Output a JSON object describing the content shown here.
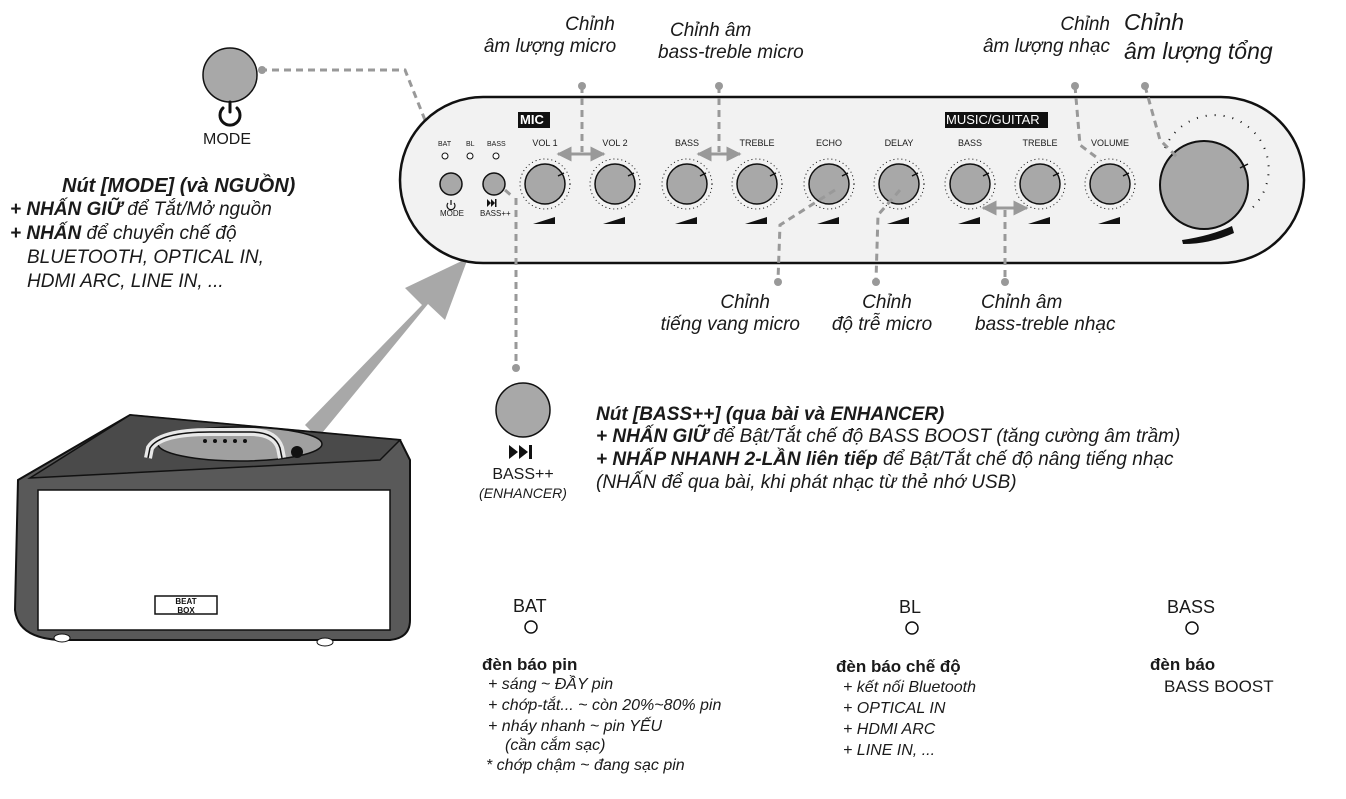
{
  "mode": {
    "caption": "MODE",
    "title": "Nút [MODE] (và NGUỒN)",
    "line1_bold": "+ NHẤN GIỮ",
    "line1_rest": " để Tắt/Mở nguồn",
    "line2_bold": "+ NHẤN",
    "line2_rest": " để chuyển chế độ",
    "line3": "BLUETOOTH, OPTICAL IN,",
    "line4": "HDMI ARC, LINE IN, ..."
  },
  "top_labels": {
    "mic_volume": [
      "Chỉnh",
      "âm lượng micro"
    ],
    "mic_bass_treble": [
      "Chỉnh âm",
      "bass-treble micro"
    ],
    "music_volume": [
      "Chỉnh",
      "âm lượng nhạc"
    ],
    "master_volume": [
      "Chỉnh",
      "âm lượng tổng"
    ]
  },
  "bottom_labels": {
    "echo": [
      "Chỉnh",
      "tiếng vang micro"
    ],
    "delay": [
      "Chỉnh",
      "độ trễ micro"
    ],
    "music_bass_treble": [
      "Chỉnh âm",
      "bass-treble nhạc"
    ]
  },
  "panel": {
    "mic_header": "MIC",
    "music_header": "MUSIC/GUITAR",
    "indicators": [
      "BAT",
      "BL",
      "BASS"
    ],
    "mode_label": "MODE",
    "bass_label": "BASS++",
    "knobs": [
      "VOL 1",
      "VOL 2",
      "BASS",
      "TREBLE",
      "ECHO",
      "DELAY",
      "BASS",
      "TREBLE",
      "VOLUME"
    ]
  },
  "bass_button": {
    "caption": "BASS++",
    "caption2": "(ENHANCER)",
    "title": "Nút [BASS++] (qua bài và ENHANCER)",
    "line1_bold": "+ NHẤN GIỮ",
    "line1_rest": " để Bật/Tắt chế độ BASS BOOST (tăng cường âm trầm)",
    "line2_bold": "+ NHẤP NHANH 2-LẦN liên tiếp",
    "line2_rest": " để Bật/Tắt chế độ nâng tiếng nhạc",
    "line3": "(NHẤN để qua bài, khi phát nhạc từ thẻ nhớ USB)"
  },
  "speaker": {
    "logo_top": "BEAT",
    "logo_bottom": "BOX"
  },
  "legend": {
    "bat": {
      "name": "BAT",
      "heading": "đèn báo pin",
      "items": [
        "+ sáng ~ ĐẦY pin",
        "+ chớp-tắt... ~ còn 20%~80% pin",
        "+ nháy nhanh ~ pin YẾU",
        "(cần cắm sạc)",
        "* chớp chậm ~ đang sạc pin"
      ]
    },
    "bl": {
      "name": "BL",
      "heading": "đèn báo chế độ",
      "items": [
        "+ kết nối Bluetooth",
        "+ OPTICAL IN",
        "+ HDMI ARC",
        "+ LINE IN, ..."
      ]
    },
    "bass": {
      "name": "BASS",
      "heading": "đèn báo",
      "items": [
        "BASS BOOST"
      ]
    }
  },
  "colors": {
    "ink": "#1a1a1a",
    "gray_fill": "#a8a8a8",
    "dashed": "#999999",
    "panel_fill": "#f2f2f2"
  }
}
